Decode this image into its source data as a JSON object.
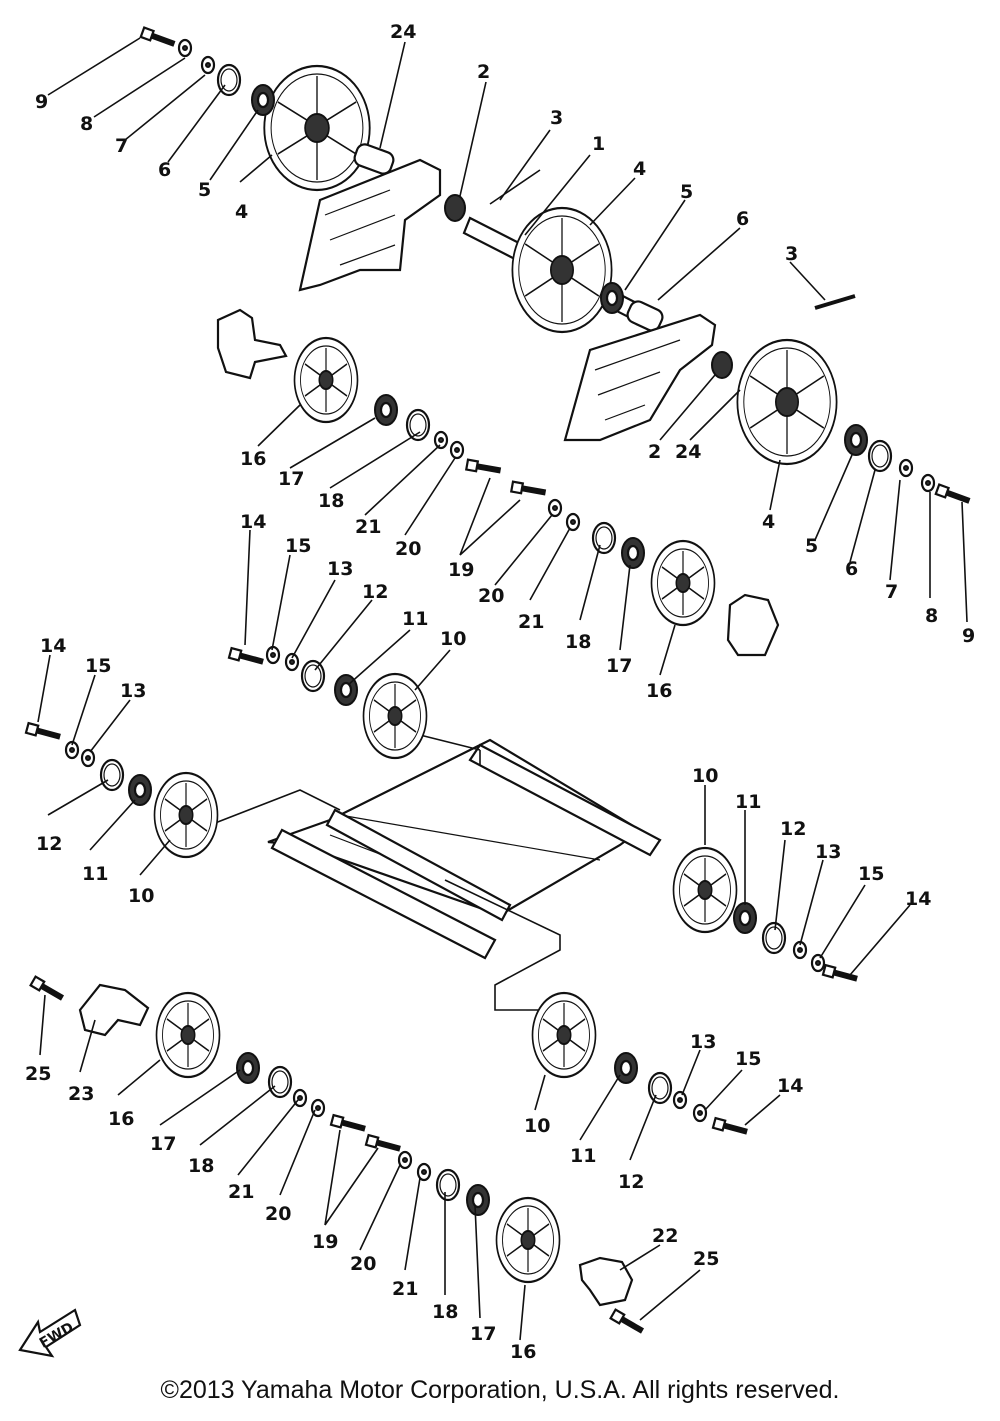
{
  "diagram": {
    "callouts": [
      {
        "id": "c9a",
        "text": "9"
      },
      {
        "id": "c8a",
        "text": "8"
      },
      {
        "id": "c7a",
        "text": "7"
      },
      {
        "id": "c6a",
        "text": "6"
      },
      {
        "id": "c5a",
        "text": "5"
      },
      {
        "id": "c4a",
        "text": "4"
      },
      {
        "id": "c24a",
        "text": "24"
      },
      {
        "id": "c2a",
        "text": "2"
      },
      {
        "id": "c3a",
        "text": "3"
      },
      {
        "id": "c1",
        "text": "1"
      },
      {
        "id": "c4b",
        "text": "4"
      },
      {
        "id": "c5b",
        "text": "5"
      },
      {
        "id": "c6b",
        "text": "6"
      },
      {
        "id": "c3b",
        "text": "3"
      },
      {
        "id": "c2b",
        "text": "2"
      },
      {
        "id": "c24b",
        "text": "24"
      },
      {
        "id": "c4c",
        "text": "4"
      },
      {
        "id": "c5c",
        "text": "5"
      },
      {
        "id": "c6c",
        "text": "6"
      },
      {
        "id": "c7c",
        "text": "7"
      },
      {
        "id": "c8c",
        "text": "8"
      },
      {
        "id": "c9c",
        "text": "9"
      },
      {
        "id": "c16a",
        "text": "16"
      },
      {
        "id": "c17a",
        "text": "17"
      },
      {
        "id": "c18a",
        "text": "18"
      },
      {
        "id": "c21a",
        "text": "21"
      },
      {
        "id": "c20a",
        "text": "20"
      },
      {
        "id": "c19a",
        "text": "19"
      },
      {
        "id": "c20b",
        "text": "20"
      },
      {
        "id": "c21b",
        "text": "21"
      },
      {
        "id": "c18b",
        "text": "18"
      },
      {
        "id": "c17b",
        "text": "17"
      },
      {
        "id": "c16b",
        "text": "16"
      },
      {
        "id": "c14a",
        "text": "14"
      },
      {
        "id": "c15a",
        "text": "15"
      },
      {
        "id": "c13a",
        "text": "13"
      },
      {
        "id": "c12a",
        "text": "12"
      },
      {
        "id": "c11a",
        "text": "11"
      },
      {
        "id": "c10a",
        "text": "10"
      },
      {
        "id": "c14b",
        "text": "14"
      },
      {
        "id": "c15b",
        "text": "15"
      },
      {
        "id": "c13b",
        "text": "13"
      },
      {
        "id": "c12b",
        "text": "12"
      },
      {
        "id": "c11b",
        "text": "11"
      },
      {
        "id": "c10b",
        "text": "10"
      },
      {
        "id": "c10c",
        "text": "10"
      },
      {
        "id": "c11c",
        "text": "11"
      },
      {
        "id": "c12c",
        "text": "12"
      },
      {
        "id": "c13c",
        "text": "13"
      },
      {
        "id": "c15c",
        "text": "15"
      },
      {
        "id": "c14c",
        "text": "14"
      },
      {
        "id": "c25a",
        "text": "25"
      },
      {
        "id": "c23",
        "text": "23"
      },
      {
        "id": "c16c",
        "text": "16"
      },
      {
        "id": "c17c",
        "text": "17"
      },
      {
        "id": "c18c",
        "text": "18"
      },
      {
        "id": "c21c",
        "text": "21"
      },
      {
        "id": "c20c",
        "text": "20"
      },
      {
        "id": "c19b",
        "text": "19"
      },
      {
        "id": "c20d",
        "text": "20"
      },
      {
        "id": "c21d",
        "text": "21"
      },
      {
        "id": "c18d",
        "text": "18"
      },
      {
        "id": "c17d",
        "text": "17"
      },
      {
        "id": "c16d",
        "text": "16"
      },
      {
        "id": "c10d",
        "text": "10"
      },
      {
        "id": "c11d",
        "text": "11"
      },
      {
        "id": "c12d",
        "text": "12"
      },
      {
        "id": "c13d",
        "text": "13"
      },
      {
        "id": "c15d",
        "text": "15"
      },
      {
        "id": "c14d",
        "text": "14"
      },
      {
        "id": "c22",
        "text": "22"
      },
      {
        "id": "c25b",
        "text": "25"
      }
    ],
    "fwd_label": "FWD"
  },
  "footer": {
    "copyright": "©2013 Yamaha Motor Corporation, U.S.A. All rights reserved."
  }
}
